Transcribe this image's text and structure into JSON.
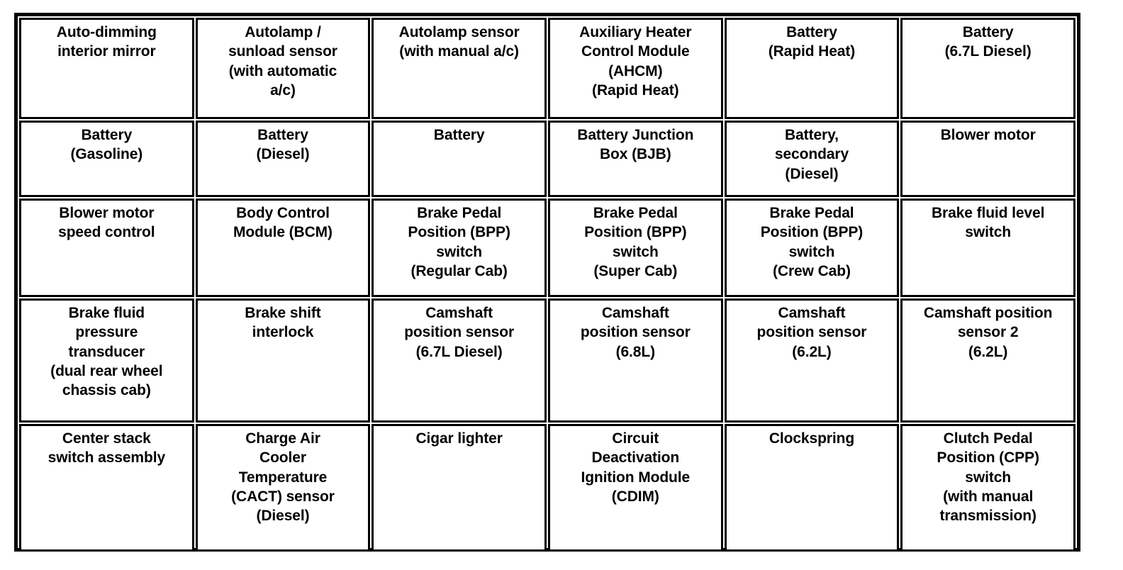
{
  "document": {
    "type": "component-index-table",
    "columns": 6,
    "rows": 5,
    "text_color": "#000000",
    "background_color": "#ffffff",
    "border_color": "#000000"
  },
  "table": {
    "rows": [
      {
        "cells": [
          {
            "text": "Auto-dimming\ninterior mirror"
          },
          {
            "text": "Autolamp /\nsunload sensor\n(with automatic\na/c)"
          },
          {
            "text": "Autolamp sensor\n(with manual a/c)"
          },
          {
            "text": "Auxiliary Heater\nControl Module\n(AHCM)\n(Rapid Heat)"
          },
          {
            "text": "Battery\n(Rapid Heat)"
          },
          {
            "text": "Battery\n(6.7L Diesel)"
          }
        ]
      },
      {
        "cells": [
          {
            "text": "Battery\n(Gasoline)"
          },
          {
            "text": "Battery\n(Diesel)"
          },
          {
            "text": "Battery"
          },
          {
            "text": "Battery Junction\nBox (BJB)"
          },
          {
            "text": "Battery,\nsecondary\n(Diesel)"
          },
          {
            "text": "Blower motor"
          }
        ]
      },
      {
        "cells": [
          {
            "text": "Blower motor\nspeed control"
          },
          {
            "text": "Body Control\nModule (BCM)"
          },
          {
            "text": "Brake Pedal\nPosition (BPP)\nswitch\n(Regular Cab)"
          },
          {
            "text": "Brake Pedal\nPosition (BPP)\nswitch\n(Super Cab)"
          },
          {
            "text": "Brake Pedal\nPosition (BPP)\nswitch\n(Crew Cab)"
          },
          {
            "text": "Brake fluid level\nswitch"
          }
        ]
      },
      {
        "cells": [
          {
            "text": "Brake fluid\npressure\ntransducer\n(dual rear wheel\nchassis cab)"
          },
          {
            "text": "Brake shift\ninterlock"
          },
          {
            "text": "Camshaft\nposition sensor\n(6.7L Diesel)"
          },
          {
            "text": "Camshaft\nposition sensor\n(6.8L)"
          },
          {
            "text": "Camshaft\nposition sensor\n(6.2L)"
          },
          {
            "text": "Camshaft position\nsensor 2\n(6.2L)"
          }
        ]
      },
      {
        "cells": [
          {
            "text": "Center stack\nswitch assembly"
          },
          {
            "text": "Charge Air\nCooler\nTemperature\n(CACT) sensor\n(Diesel)"
          },
          {
            "text": "Cigar lighter"
          },
          {
            "text": "Circuit\nDeactivation\nIgnition Module\n(CDIM)"
          },
          {
            "text": "Clockspring"
          },
          {
            "text": "Clutch Pedal\nPosition (CPP)\nswitch\n(with manual\ntransmission)"
          }
        ]
      }
    ]
  }
}
